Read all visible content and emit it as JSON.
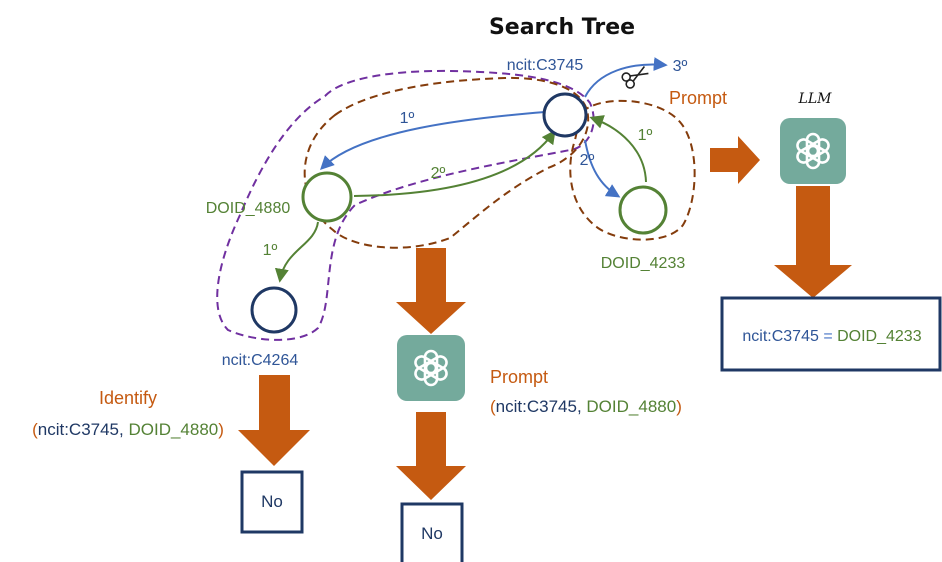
{
  "title": "Search Tree",
  "nodes": {
    "root": "ncit:C3745",
    "doid4880": "DOID_4880",
    "ncitc4264": "ncit:C4264",
    "doid4233": "DOID_4233"
  },
  "edges": {
    "root_to_4880": "1º",
    "d4880_to_root": "2º",
    "d4880_to_c4264": "1º",
    "root_to_4233": "2º",
    "d4233_to_root": "1º",
    "root_pruned": "3º"
  },
  "prompt_right": "Prompt",
  "llm_label": "LLM",
  "result_box": {
    "left": "ncit:C3745",
    "equals": " = ",
    "right": "DOID_4233"
  },
  "identify": {
    "label": "Identify",
    "open": "(",
    "a": "ncit:C3745",
    "sep": ", ",
    "b": "DOID_4880",
    "close": ")"
  },
  "prompt_middle": {
    "label": "Prompt",
    "open": "(",
    "a": "ncit:C3745",
    "sep": ", ",
    "b": "DOID_4880",
    "close": ")"
  },
  "answers": {
    "left": "No",
    "middle": "No"
  },
  "colors": {
    "blue": "#4472c4",
    "green": "#548235",
    "orange": "#c55a11",
    "purple": "#7030a0",
    "brown": "#843c0c",
    "dark": "#1f3864",
    "openai_tile": "#74aa9c"
  }
}
